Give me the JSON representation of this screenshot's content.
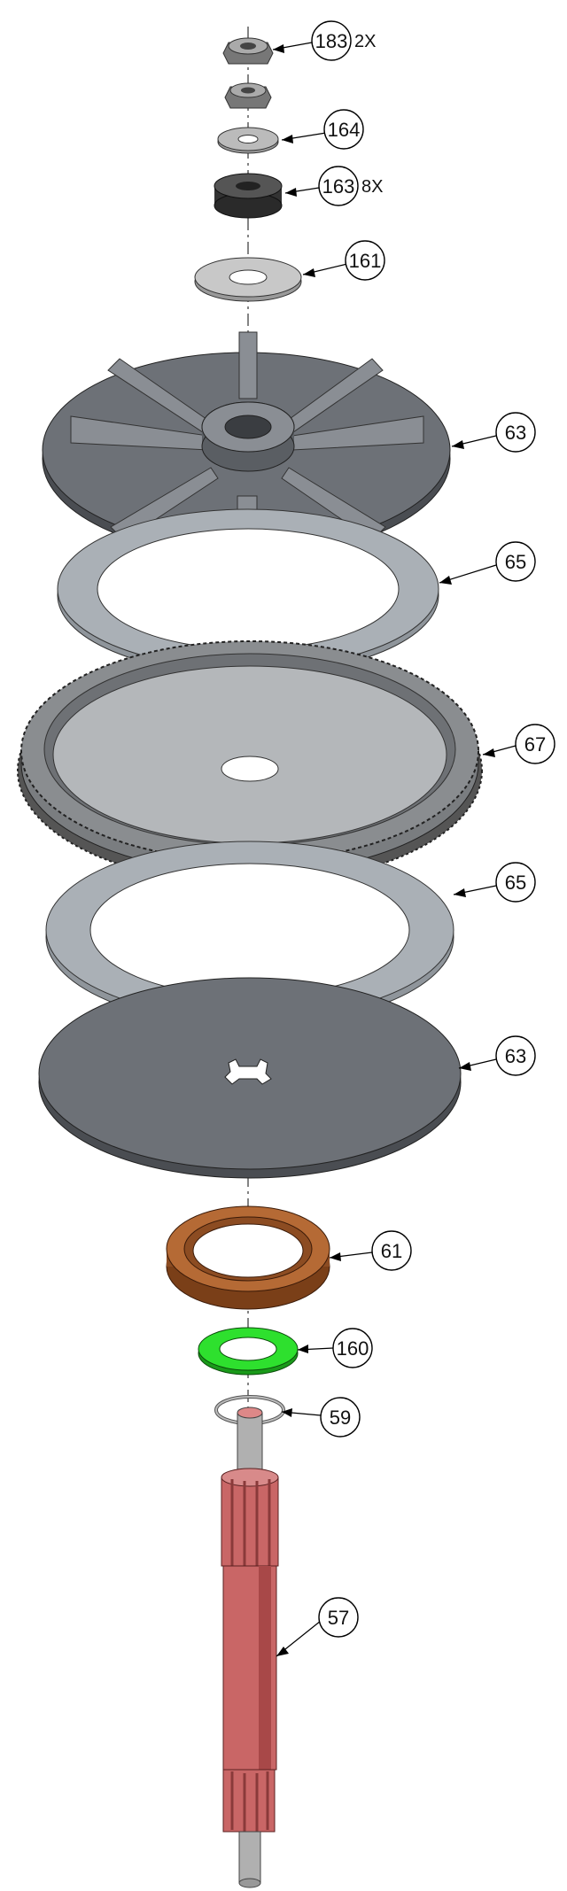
{
  "callouts": [
    {
      "id": "nut",
      "label": "183",
      "qty": "2X"
    },
    {
      "id": "washer-small",
      "label": "164",
      "qty": ""
    },
    {
      "id": "spring-washer",
      "label": "163",
      "qty": "8X"
    },
    {
      "id": "washer-large",
      "label": "161",
      "qty": ""
    },
    {
      "id": "pressure-plate-top",
      "label": "63",
      "qty": ""
    },
    {
      "id": "friction-disc-top",
      "label": "65",
      "qty": ""
    },
    {
      "id": "ring-gear",
      "label": "67",
      "qty": ""
    },
    {
      "id": "friction-disc-bottom",
      "label": "65",
      "qty": ""
    },
    {
      "id": "pressure-plate-bottom",
      "label": "63",
      "qty": ""
    },
    {
      "id": "bushing",
      "label": "61",
      "qty": ""
    },
    {
      "id": "thrust-washer",
      "label": "160",
      "qty": ""
    },
    {
      "id": "snap-ring",
      "label": "59",
      "qty": ""
    },
    {
      "id": "shaft",
      "label": "57",
      "qty": ""
    }
  ],
  "colors": {
    "plate": "#6d7177",
    "plate_dark": "#4a4d52",
    "disc": "#aab0b6",
    "gear": "#8a8d90",
    "bushing": "#b56a35",
    "thrust_washer": "#2ee02e",
    "shaft": "#c96666"
  }
}
